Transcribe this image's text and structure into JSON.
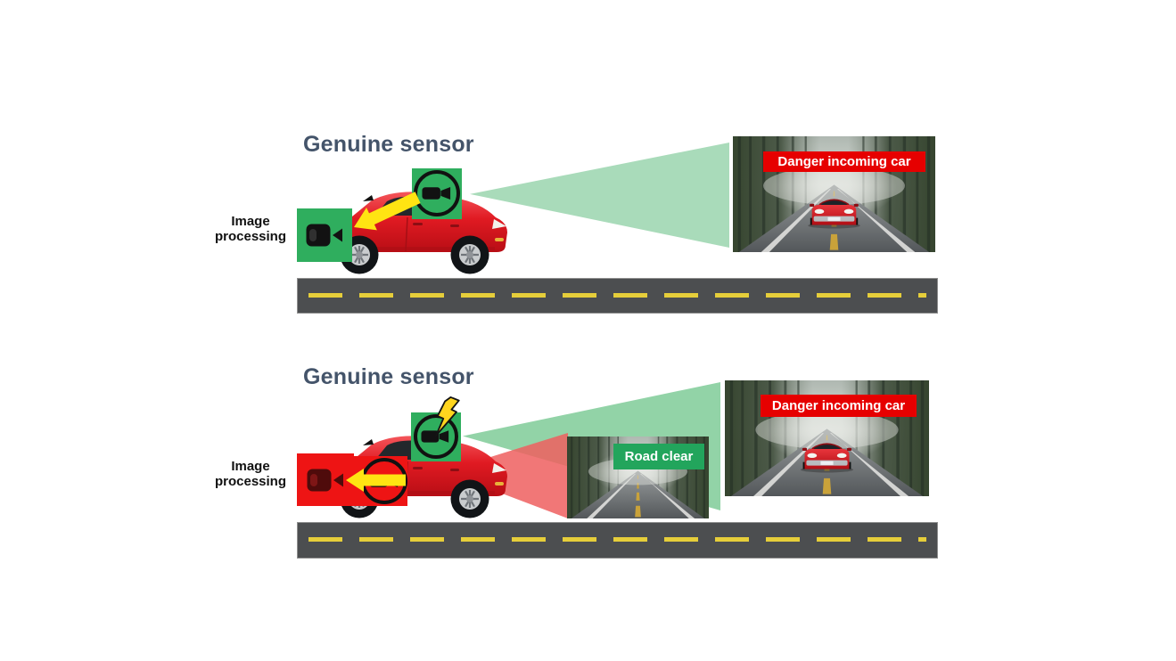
{
  "top": {
    "title": "Genuine sensor",
    "processing_label": [
      "Image",
      "processing"
    ],
    "detection_banner": "Danger incoming car"
  },
  "bottom": {
    "title": "Genuine sensor",
    "processing_label": [
      "Image",
      "processing"
    ],
    "spoofed_banner": "Road clear",
    "actual_banner": "Danger incoming car"
  },
  "colors": {
    "title": "#44546A",
    "sensorGreen": "#2FAE5E",
    "coneGreen": "#A9DBBA",
    "coneGreenBottom": "#92D3A7",
    "coneRed": "#EE5F5F",
    "bannerRed": "#E60000",
    "bannerGreen": "#22A55C",
    "boxRed": "#EE1414",
    "arrowYellow": "#FFE412",
    "boltYellow": "#FFD51E",
    "roadGray": "#4C4E50",
    "dashYellow": "#E6CE3A",
    "carRed": "#E01A22"
  }
}
